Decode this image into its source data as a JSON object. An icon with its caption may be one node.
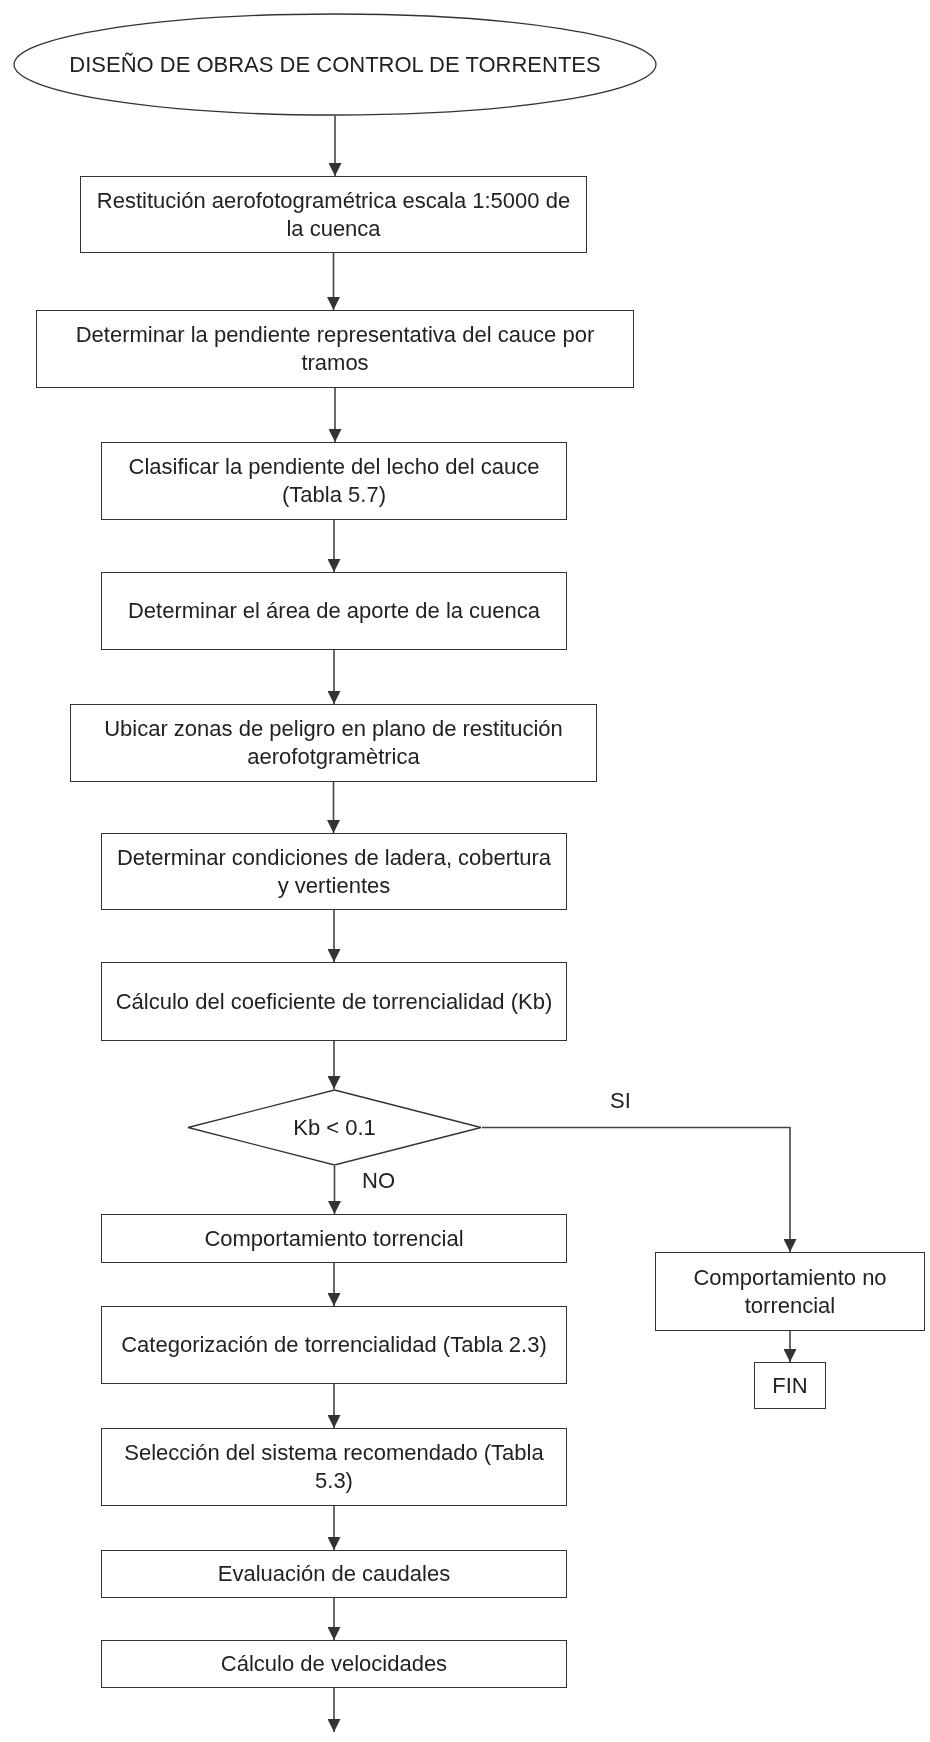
{
  "diagram": {
    "nodes": [
      {
        "text": [
          "DISEÑO DE OBRAS DE CONTROL DE TORRENTES"
        ]
      },
      {
        "text": [
          "Restitución aerofotogramétrica escala 1:5000 de la cuenca"
        ]
      },
      {
        "text": [
          "Determinar la pendiente representativa del cauce por tramos"
        ]
      },
      {
        "text": [
          "Clasificar la pendiente del lecho del cauce (Tabla 5.7)"
        ]
      },
      {
        "text": [
          "Determinar el área de aporte de la cuenca"
        ]
      },
      {
        "text": [
          "Ubicar zonas de peligro en plano de restitución aerofotgramètrica"
        ]
      },
      {
        "text": [
          "Determinar condiciones de ladera, cobertura y vertientes"
        ]
      },
      {
        "text": [
          "Cálculo del coeficiente de torrencialidad (Kb)"
        ]
      },
      {
        "text": [
          "Kb < 0.1"
        ]
      },
      {
        "text": [
          "Comportamiento torrencial"
        ]
      },
      {
        "text": [
          "Categorización de torrencialidad (Tabla 2.3)"
        ]
      },
      {
        "text": [
          "Selección del sistema recomendado (Tabla 5.3)"
        ]
      },
      {
        "text": [
          "Evaluación de caudales"
        ]
      },
      {
        "text": [
          "Cálculo de velocidades"
        ]
      },
      {
        "text": [
          "Comportamiento no torrencial"
        ]
      },
      {
        "text": [
          "FIN"
        ]
      }
    ],
    "edges": [
      {
        "from": 0,
        "to": 1,
        "arrow": "to"
      },
      {
        "from": 1,
        "to": 2,
        "arrow": "to"
      },
      {
        "from": 2,
        "to": 3,
        "arrow": "to"
      },
      {
        "from": 3,
        "to": 4,
        "arrow": "to"
      },
      {
        "from": 4,
        "to": 5,
        "arrow": "to"
      },
      {
        "from": 5,
        "to": 6,
        "arrow": "to"
      },
      {
        "from": 6,
        "to": 7,
        "arrow": "to"
      },
      {
        "from": 7,
        "to": 8,
        "arrow": "to"
      },
      {
        "from": 8,
        "to": 9,
        "arrow": "to",
        "label": "NO"
      },
      {
        "from": 9,
        "to": 10,
        "arrow": "to"
      },
      {
        "from": 10,
        "to": 11,
        "arrow": "to"
      },
      {
        "from": 11,
        "to": 12,
        "arrow": "to"
      },
      {
        "from": 12,
        "to": 13,
        "arrow": "to"
      },
      {
        "from": 13,
        "to": null,
        "arrow": "to"
      },
      {
        "from": 8,
        "to": 14,
        "arrow": "to",
        "label": "SI"
      },
      {
        "from": 14,
        "to": 15,
        "arrow": "to"
      }
    ]
  }
}
